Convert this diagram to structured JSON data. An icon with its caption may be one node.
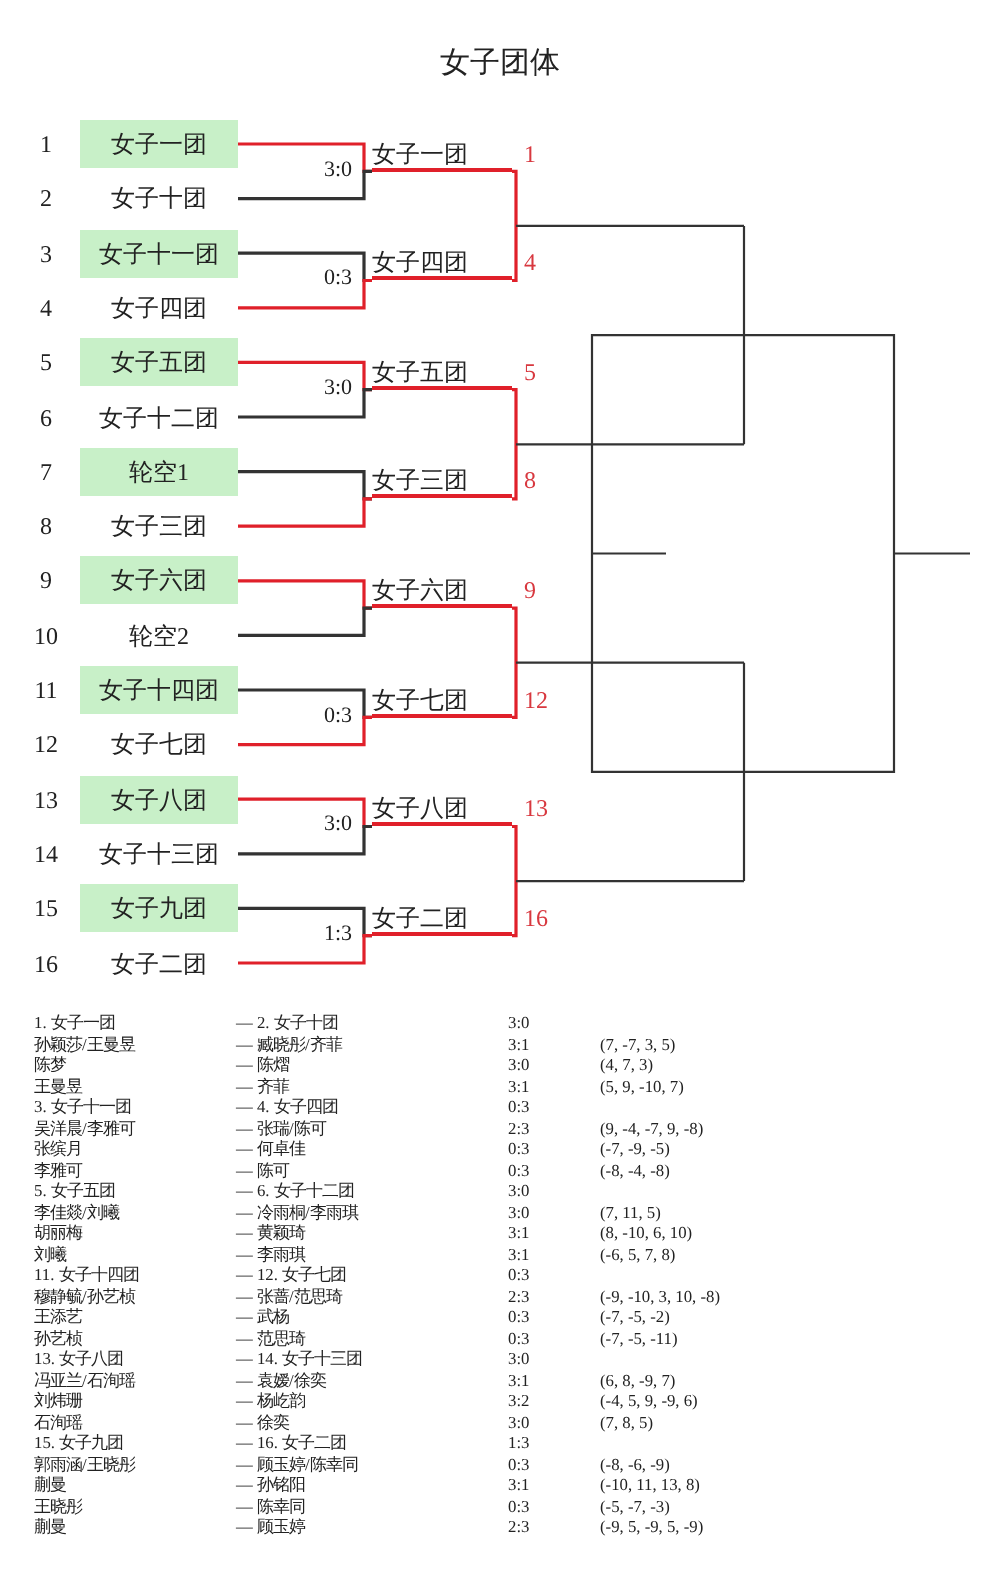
{
  "diagram": {
    "title": "女子团体",
    "nodes": [
      {
        "text": [
          "女子一团"
        ]
      },
      {
        "text": [
          "女子十团"
        ]
      },
      {
        "text": [
          "女子十一团"
        ]
      },
      {
        "text": [
          "女子四团"
        ]
      },
      {
        "text": [
          "女子五团"
        ]
      },
      {
        "text": [
          "女子十二团"
        ]
      },
      {
        "text": [
          "轮空1"
        ]
      },
      {
        "text": [
          "女子三团"
        ]
      },
      {
        "text": [
          "女子六团"
        ]
      },
      {
        "text": [
          "轮空2"
        ]
      },
      {
        "text": [
          "女子十四团"
        ]
      },
      {
        "text": [
          "女子七团"
        ]
      },
      {
        "text": [
          "女子八团"
        ]
      },
      {
        "text": [
          "女子十三团"
        ]
      },
      {
        "text": [
          "女子九团"
        ]
      },
      {
        "text": [
          "女子二团"
        ]
      },
      {
        "text": [
          "女子一团"
        ],
        "beside": [
          "1"
        ]
      },
      {
        "text": [
          "女子四团"
        ],
        "beside": [
          "4"
        ]
      },
      {
        "text": [
          "女子五团"
        ],
        "beside": [
          "5"
        ]
      },
      {
        "text": [
          "女子三团"
        ],
        "beside": [
          "8"
        ]
      },
      {
        "text": [
          "女子六团"
        ],
        "beside": [
          "9"
        ]
      },
      {
        "text": [
          "女子七团"
        ],
        "beside": [
          "12"
        ]
      },
      {
        "text": [
          "女子八团"
        ],
        "beside": [
          "13"
        ]
      },
      {
        "text": [
          "女子二团"
        ],
        "beside": [
          "16"
        ]
      }
    ],
    "edges": [
      {
        "from": 0,
        "to": 16,
        "arrow": "none",
        "color": "#e0202a"
      },
      {
        "from": 1,
        "to": 16,
        "arrow": "none",
        "color": "#333333"
      },
      {
        "from": 2,
        "to": 17,
        "arrow": "none",
        "color": "#333333"
      },
      {
        "from": 3,
        "to": 17,
        "arrow": "none",
        "color": "#e0202a"
      },
      {
        "from": 4,
        "to": 18,
        "arrow": "none",
        "color": "#e0202a"
      },
      {
        "from": 5,
        "to": 18,
        "arrow": "none",
        "color": "#333333"
      },
      {
        "from": 6,
        "to": 19,
        "arrow": "none",
        "color": "#333333"
      },
      {
        "from": 7,
        "to": 19,
        "arrow": "none",
        "color": "#e0202a"
      },
      {
        "from": 8,
        "to": 20,
        "arrow": "none",
        "color": "#e0202a"
      },
      {
        "from": 9,
        "to": 20,
        "arrow": "none",
        "color": "#333333"
      },
      {
        "from": 10,
        "to": 21,
        "arrow": "none",
        "color": "#333333"
      },
      {
        "from": 11,
        "to": 21,
        "arrow": "none",
        "color": "#e0202a"
      },
      {
        "from": 12,
        "to": 22,
        "arrow": "none",
        "color": "#e0202a"
      },
      {
        "from": 13,
        "to": 22,
        "arrow": "none",
        "color": "#333333"
      },
      {
        "from": 14,
        "to": 23,
        "arrow": "none",
        "color": "#333333"
      },
      {
        "from": 15,
        "to": 23,
        "arrow": "none",
        "color": "#e0202a"
      },
      {
        "from": 16,
        "to": 17,
        "arrow": "none",
        "color": "#e0202a"
      },
      {
        "from": 18,
        "to": 19,
        "arrow": "none",
        "color": "#e0202a"
      },
      {
        "from": 20,
        "to": 21,
        "arrow": "none",
        "color": "#e0202a"
      },
      {
        "from": 22,
        "to": 23,
        "arrow": "none",
        "color": "#e0202a"
      }
    ],
    "labels": [
      "1",
      "2",
      "3",
      "4",
      "5",
      "6",
      "7",
      "8",
      "9",
      "10",
      "11",
      "12",
      "13",
      "14",
      "15",
      "16",
      "3:0",
      "0:3",
      "3:0",
      "0:3",
      "3:0",
      "1:3",
      "1. 女子一团",
      "— 2. 女子十团",
      "3:0",
      "孙颖莎/王曼昱",
      "— 臧晓彤/齐菲",
      "3:1",
      "(7, -7, 3, 5)",
      "陈梦",
      "— 陈熠",
      "3:0",
      "(4, 7, 3)",
      "王曼昱",
      "— 齐菲",
      "3:1",
      "(5, 9, -10, 7)",
      "3. 女子十一团",
      "— 4. 女子四团",
      "0:3",
      "吴洋晨/李雅可",
      "— 张瑞/陈可",
      "2:3",
      "(9, -4, -7, 9, -8)",
      "张缤月",
      "— 何卓佳",
      "0:3",
      "(-7, -9, -5)",
      "李雅可",
      "— 陈可",
      "0:3",
      "(-8, -4, -8)",
      "5. 女子五团",
      "— 6. 女子十二团",
      "3:0",
      "李佳燚/刘曦",
      "— 冷雨桐/李雨琪",
      "3:0",
      "(7, 11, 5)",
      "胡丽梅",
      "— 黄颖琦",
      "3:1",
      "(8, -10, 6, 10)",
      "刘曦",
      "— 李雨琪",
      "3:1",
      "(-6, 5, 7, 8)",
      "11. 女子十四团",
      "— 12. 女子七团",
      "0:3",
      "穆静毓/孙艺桢",
      "— 张蔷/范思琦",
      "2:3",
      "(-9, -10, 3, 10, -8)",
      "王添艺",
      "— 武杨",
      "0:3",
      "(-7, -5, -2)",
      "孙艺桢",
      "— 范思琦",
      "0:3",
      "(-7, -5, -11)",
      "13. 女子八团",
      "— 14. 女子十三团",
      "3:0",
      "冯亚兰/石洵瑶",
      "— 袁嫒/徐奕",
      "3:1",
      "(6, 8, -9, 7)",
      "刘炜珊",
      "— 杨屹韵",
      "3:2",
      "(-4, 5, 9, -9, 6)",
      "石洵瑶",
      "— 徐奕",
      "3:0",
      "(7, 8, 5)",
      "15. 女子九团",
      "— 16. 女子二团",
      "1:3",
      "郭雨涵/王晓彤",
      "— 顾玉婷/陈幸同",
      "0:3",
      "(-8, -6, -9)",
      "蒯曼",
      "— 孙铭阳",
      "3:1",
      "(-10, 11, 13, 8)",
      "王晓彤",
      "— 陈幸同",
      "0:3",
      "(-5, -7, -3)",
      "蒯曼",
      "— 顾玉婷",
      "2:3",
      "(-9, 5, -9, 5, -9)"
    ]
  }
}
